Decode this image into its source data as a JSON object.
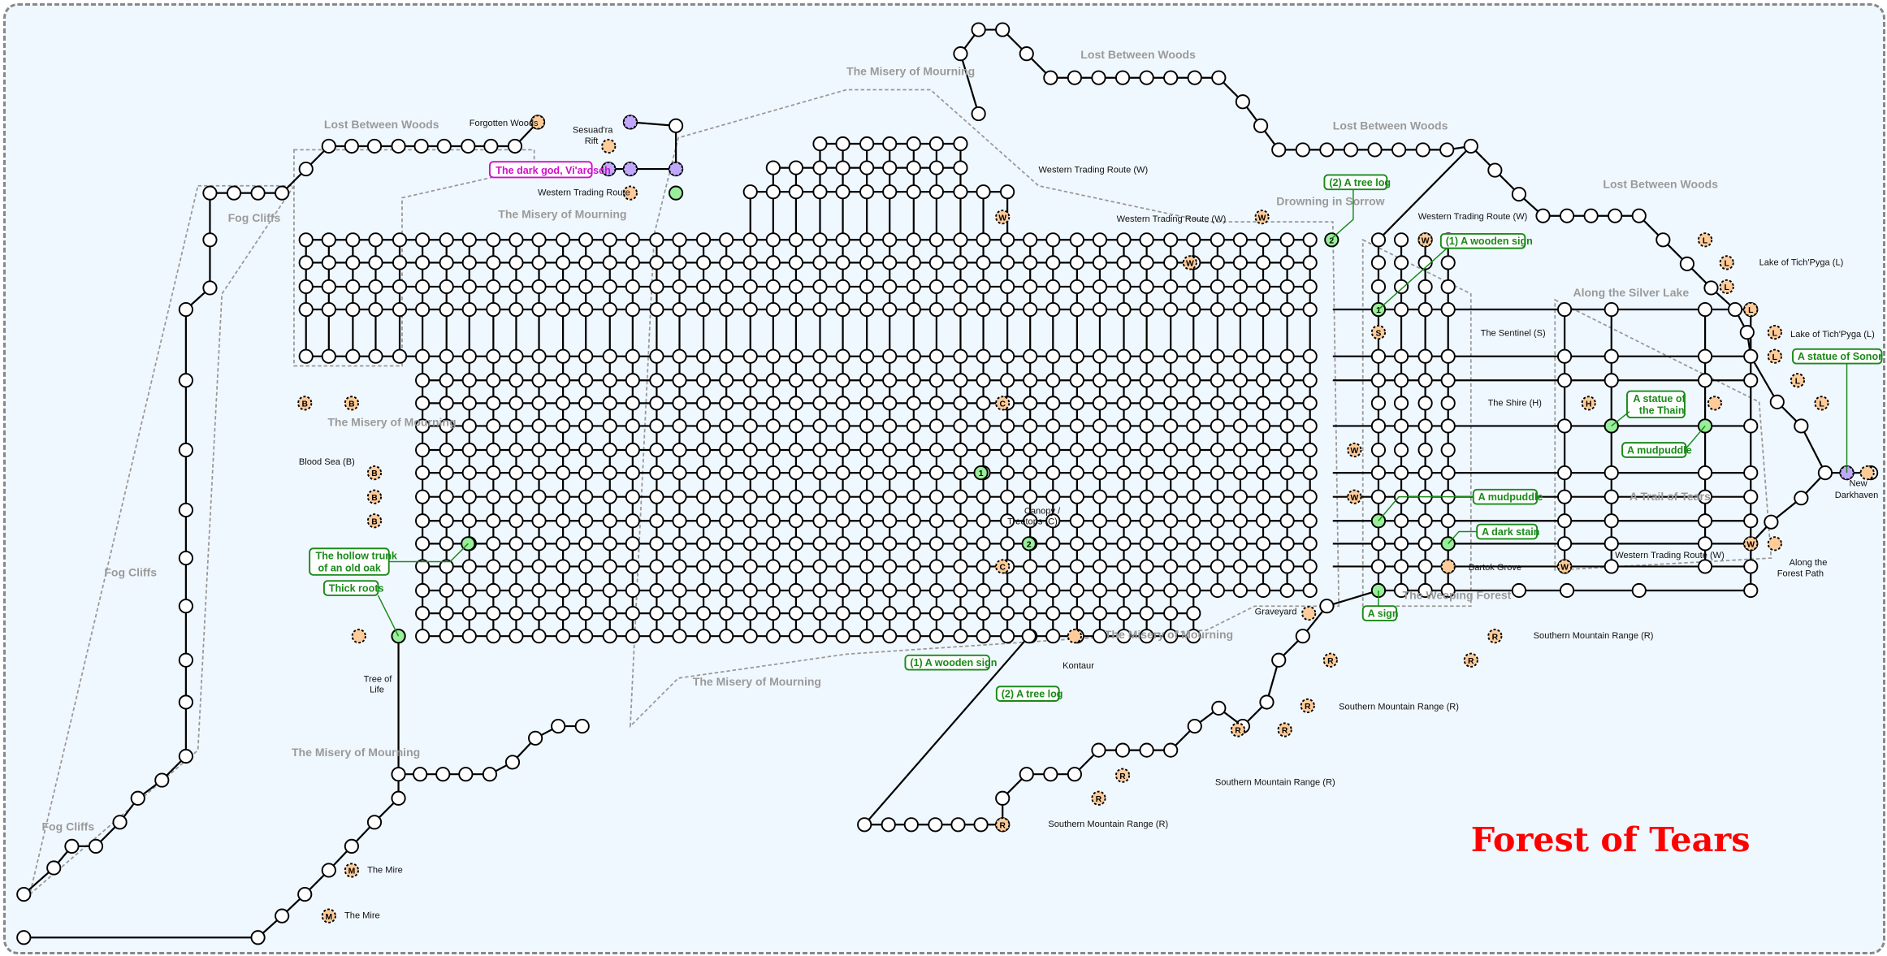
{
  "title": "Forest of Tears",
  "colors": {
    "node": "#ffffff",
    "exit": "#ffcc99",
    "portal": "#c0a8ff",
    "item": "#99ee99",
    "item_text": "#1a8a1a",
    "dark_god": "#d010c8",
    "title": "#ff0000",
    "area": "#9a9a9a",
    "background": "#f0f8ff"
  },
  "areas": [
    "Lost Between Woods",
    "The Misery of Mourning",
    "Fog Cliffs",
    "The Misery of Mourning",
    "Lost Between Woods",
    "Lost Between Woods",
    "Drowning in Sorrow",
    "Lost Between Woods",
    "Along the Silver Lake",
    "A Trail of Tears",
    "The Weeping Forest",
    "The Misery of Mourning",
    "The Misery of Mourning",
    "The Misery of Mourning",
    "Fog Cliffs",
    "The Misery of Mourning",
    "Fog Cliffs"
  ],
  "locations": [
    "Forgotten Woods",
    "Sesuad'ra",
    "Rift",
    "Western Trading Route",
    "Western Trading Route (W)",
    "Western Trading Route (W)",
    "Western Trading Route (W)",
    "Lake of Tich'Pyga (L)",
    "Lake of Tich'Pyga (L)",
    "The Sentinel (S)",
    "The Shire (H)",
    "New",
    "Darkhaven",
    "Bartok Grove",
    "Western Trading Route (W)",
    "Along the",
    "Forest Path",
    "Graveyard",
    "Southern Mountain Range (R)",
    "Southern Mountain Range (R)",
    "Southern Mountain Range (R)",
    "Southern Mountain Range (R)",
    "Kontaur",
    "Canopy /",
    "Treetops (C)",
    "Blood Sea (B)",
    "Tree of",
    "Life",
    "The Mire",
    "The Mire"
  ],
  "items": [
    "The dark god, Vi'arosch",
    "(2) A tree log",
    "(1) A wooden sign",
    "A statue of Sonoria",
    "A statue of",
    "the Thain",
    "A mudpuddle",
    "A mudpuddle",
    "A dark stain",
    "A sign",
    "(1) A wooden sign",
    "(2) A tree log",
    "The hollow trunk",
    "of an old oak",
    "Thick roots"
  ],
  "markers": [
    "B",
    "B",
    "B",
    "B",
    "B",
    "W",
    "W",
    "W",
    "W",
    "W",
    "W",
    "W",
    "W",
    "S",
    "H",
    "C",
    "C",
    "L",
    "L",
    "L",
    "L",
    "L",
    "L",
    "L",
    "L",
    "R",
    "R",
    "R",
    "R",
    "R",
    "R",
    "R",
    "R",
    "R",
    "M",
    "M",
    "1",
    "2",
    "1",
    "2"
  ]
}
